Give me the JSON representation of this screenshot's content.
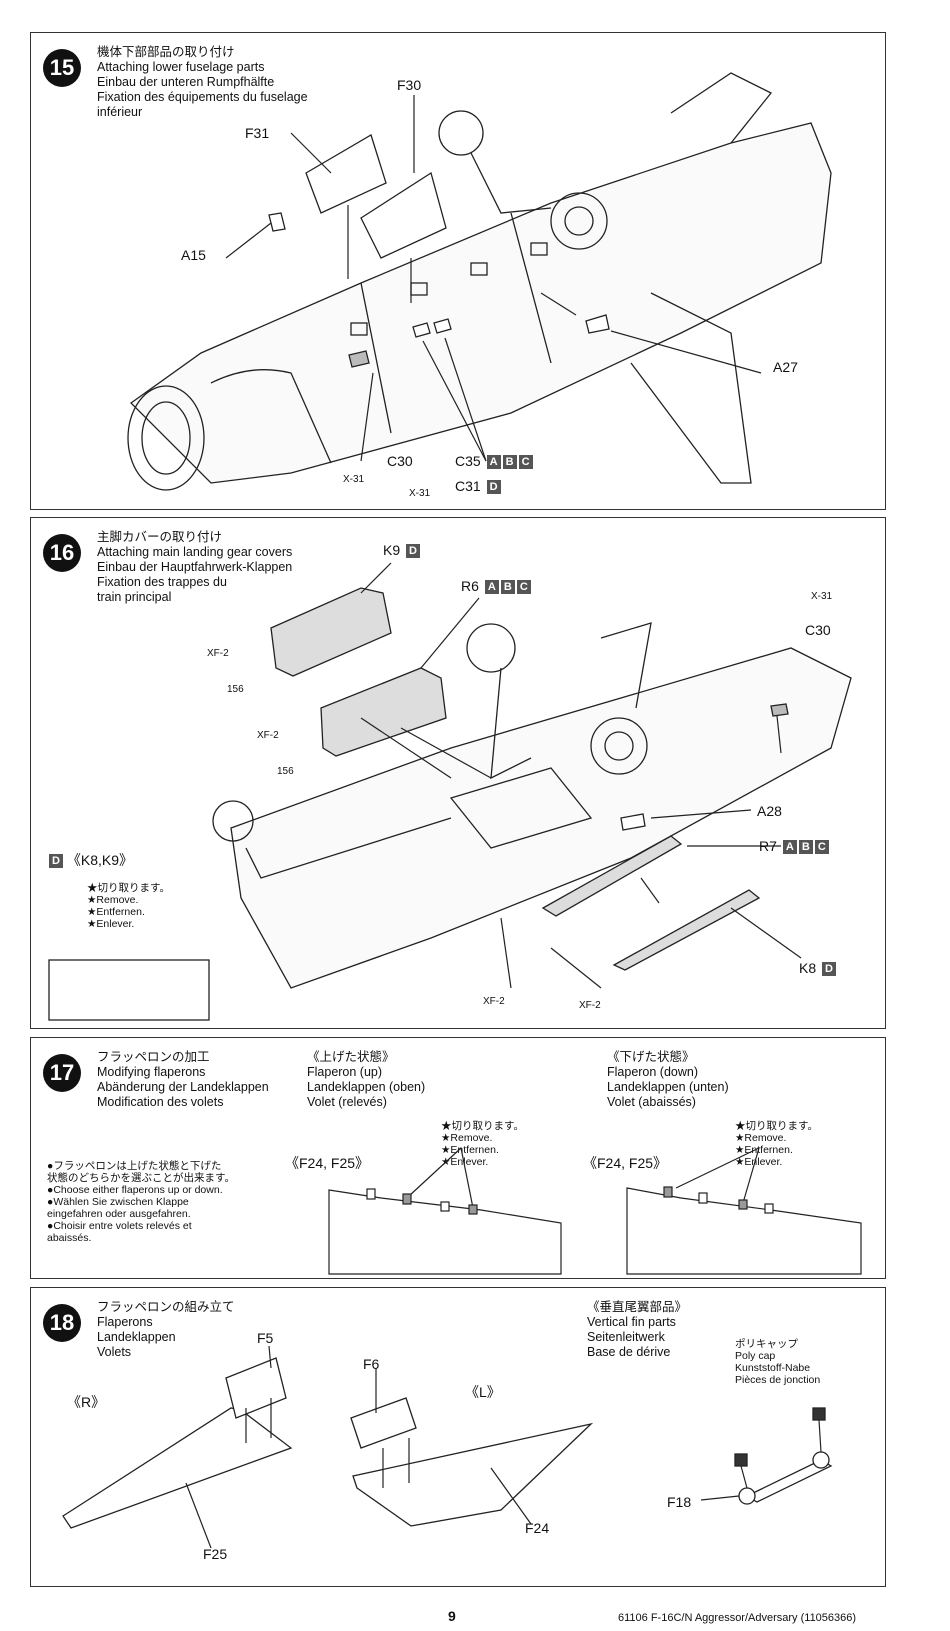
{
  "steps": [
    {
      "number": "15",
      "titles": [
        "機体下部部品の取り付け",
        "Attaching lower fuselage parts",
        "Einbau der unteren Rumpfhälfte",
        "Fixation des équipements du fuselage",
        "inférieur"
      ],
      "parts": [
        "F30",
        "F31",
        "A15",
        "A27",
        "C30",
        "C35",
        "C31",
        "X-31",
        "X-31"
      ],
      "variants": {
        "c35": [
          "A",
          "B",
          "C"
        ],
        "c31": [
          "D"
        ]
      }
    },
    {
      "number": "16",
      "titles": [
        "主脚カバーの取り付け",
        "Attaching main landing gear covers",
        "Einbau der Hauptfahrwerk-Klappen",
        "Fixation des trappes du",
        "train principal"
      ],
      "parts": [
        "K9",
        "R6",
        "X-31",
        "C30",
        "XF-2",
        "156",
        "XF-2",
        "156",
        "A28",
        "R7",
        "K8",
        "XF-2",
        "XF-2"
      ],
      "variants": {
        "k9": [
          "D"
        ],
        "r6": [
          "A",
          "B",
          "C"
        ],
        "r7": [
          "A",
          "B",
          "C"
        ],
        "k8": [
          "D"
        ]
      },
      "inset": {
        "badge": "D",
        "title": "《K8,K9》",
        "notes": [
          "★切り取ります。",
          "★Remove.",
          "★Entfernen.",
          "★Enlever."
        ]
      }
    },
    {
      "number": "17",
      "titles": [
        "フラッペロンの加工",
        "Modifying flaperons",
        "Abänderung der Landeklappen",
        "Modification des volets"
      ],
      "up": {
        "titles": [
          "《上げた状態》",
          "Flaperon (up)",
          "Landeklappen (oben)",
          "Volet (relevés)"
        ],
        "parts": "《F24, F25》",
        "notes": [
          "★切り取ります。",
          "★Remove.",
          "★Entfernen.",
          "★Enlever."
        ]
      },
      "down": {
        "titles": [
          "《下げた状態》",
          "Flaperon (down)",
          "Landeklappen (unten)",
          "Volet (abaissés)"
        ],
        "parts": "《F24, F25》",
        "notes": [
          "★切り取ります。",
          "★Remove.",
          "★Entfernen.",
          "★Enlever."
        ]
      },
      "instructions": [
        "●フラッペロンは上げた状態と下げた",
        "状態のどちらかを選ぶことが出来ます。",
        "●Choose either flaperons up or down.",
        "●Wählen Sie zwischen Klappe",
        "eingefahren oder ausgefahren.",
        "●Choisir entre volets relevés et",
        "abaissés."
      ]
    },
    {
      "number": "18",
      "titles": [
        "フラッペロンの組み立て",
        "Flaperons",
        "Landeklappen",
        "Volets"
      ],
      "right": {
        "side": "《R》",
        "parts": [
          "F5",
          "F25"
        ]
      },
      "left": {
        "side": "《L》",
        "parts": [
          "F6",
          "F24"
        ]
      },
      "fin": {
        "titles": [
          "《垂直尾翼部品》",
          "Vertical fin parts",
          "Seitenleitwerk",
          "Base de dérive"
        ],
        "polycap": [
          "ポリキャップ",
          "Poly cap",
          "Kunststoff-Nabe",
          "Pièces de jonction"
        ],
        "part": "F18"
      }
    }
  ],
  "footer": {
    "page": "9",
    "product": "61106 F-16C/N Aggressor/Adversary (11056366)"
  }
}
